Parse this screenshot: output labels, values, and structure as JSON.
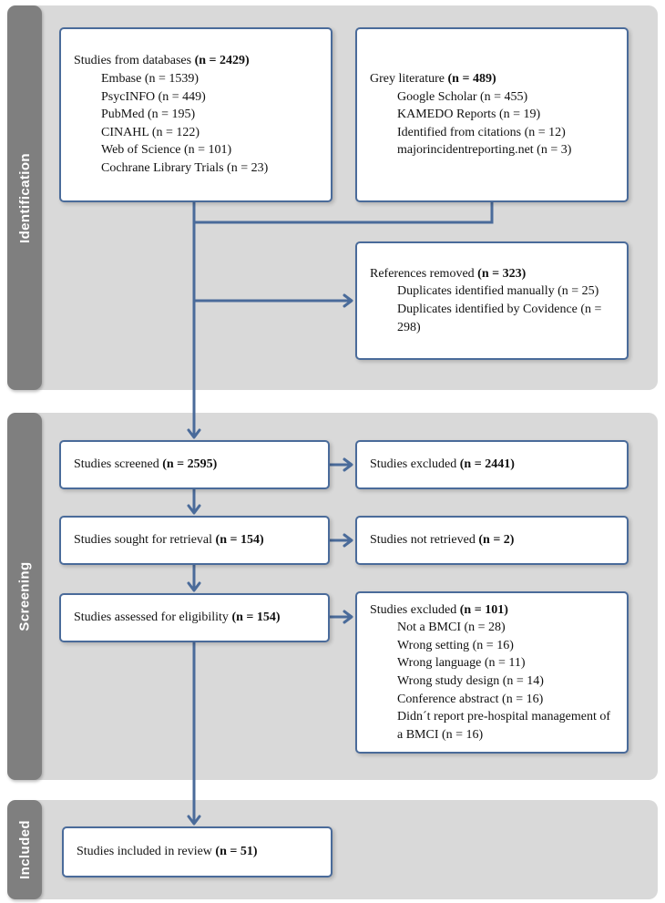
{
  "sections": {
    "identification": "Identification",
    "screening": "Screening",
    "included": "Included"
  },
  "boxes": {
    "databases": {
      "title": "Studies from databases",
      "n": "(n = 2429)",
      "items": [
        "Embase (n = 1539)",
        "PsycINFO (n = 449)",
        "PubMed (n = 195)",
        "CINAHL (n = 122)",
        "Web of Science (n = 101)",
        "Cochrane Library Trials (n = 23)"
      ]
    },
    "grey_literature": {
      "title": "Grey literature",
      "n": "(n = 489)",
      "items": [
        "Google Scholar (n = 455)",
        "KAMEDO Reports (n = 19)",
        "Identified from citations (n = 12)",
        "majorincidentreporting.net (n = 3)"
      ]
    },
    "references_removed": {
      "title": "References removed",
      "n": "(n = 323)",
      "items": [
        "Duplicates identified manually (n = 25)",
        "Duplicates identified by Covidence (n = 298)"
      ]
    },
    "screened": {
      "title": "Studies screened",
      "n": "(n = 2595)"
    },
    "excluded_screening": {
      "title": "Studies excluded",
      "n": "(n = 2441)"
    },
    "sought": {
      "title": "Studies sought for retrieval",
      "n": "(n = 154)"
    },
    "not_retrieved": {
      "title": "Studies not retrieved",
      "n": "(n = 2)"
    },
    "assessed": {
      "title": "Studies assessed for eligibility",
      "n": "(n = 154)"
    },
    "excluded_eligibility": {
      "title": "Studies excluded",
      "n": "(n = 101)",
      "items": [
        "Not a BMCI (n = 28)",
        "Wrong setting (n = 16)",
        "Wrong language (n = 11)",
        "Wrong study design (n = 14)",
        "Conference abstract (n = 16)",
        "Didn´t report pre-hospital management of a BMCI (n = 16)"
      ]
    },
    "included_review": {
      "title": "Studies included in review",
      "n": "(n = 51)"
    }
  },
  "colors": {
    "accent_blue": "#4a6b9a",
    "band_gray": "#d9d9d9",
    "sidebar_gray": "#7f7f7f",
    "box_fill": "#ffffff"
  }
}
